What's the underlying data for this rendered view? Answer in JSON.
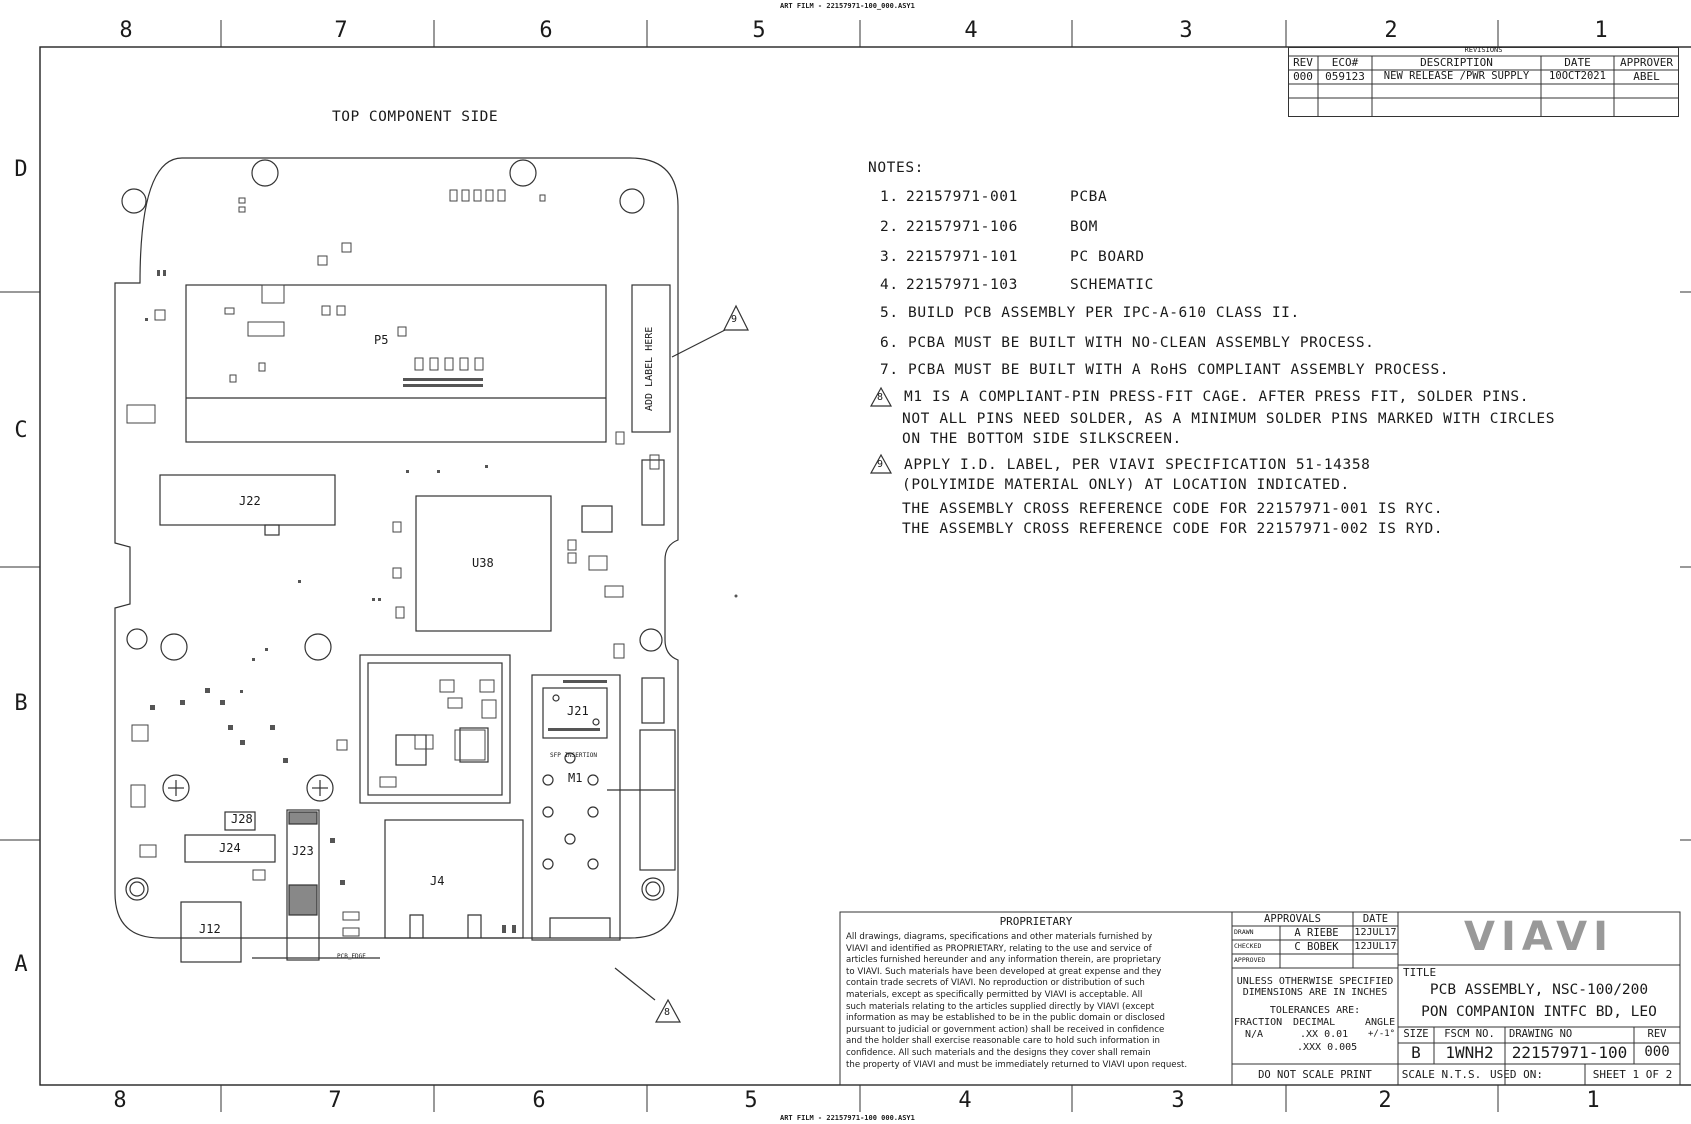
{
  "header": {
    "art_film_top": "ART FILM - 22157971-100_000.ASY1",
    "art_film_bottom": "ART FILM - 22157971-100 000.ASY1"
  },
  "zones": {
    "top": [
      "8",
      "7",
      "6",
      "5",
      "4",
      "3",
      "2",
      "1"
    ],
    "bottom": [
      "8",
      "7",
      "6",
      "5",
      "4",
      "3",
      "2",
      "1"
    ],
    "left": [
      "D",
      "C",
      "B",
      "A"
    ]
  },
  "revisions": {
    "title": "REVISIONS",
    "headers": [
      "REV",
      "ECO#",
      "DESCRIPTION",
      "DATE",
      "APPROVER"
    ],
    "rows": [
      [
        "000",
        "059123",
        "NEW RELEASE /PWR SUPPLY",
        "10OCT2021",
        "ABEL"
      ]
    ]
  },
  "pcb": {
    "side_label": "TOP COMPONENT SIDE",
    "add_label": "ADD LABEL HERE",
    "refdes": {
      "p5": "P5",
      "j22": "J22",
      "u38": "U38",
      "j21": "J21",
      "m1": "M1",
      "j28": "J28",
      "j24": "J24",
      "j23": "J23",
      "j4": "J4",
      "j12": "J12",
      "sfp": "SFP INSERTION",
      "pcb_edge": "PCB_EDGE"
    },
    "callouts": {
      "nine": "9",
      "eight": "8"
    }
  },
  "notes": {
    "title": "NOTES:",
    "items": [
      {
        "num": "1.",
        "code": "22157971-001",
        "desc": "PCBA"
      },
      {
        "num": "2.",
        "code": "22157971-106",
        "desc": "BOM"
      },
      {
        "num": "3.",
        "code": "22157971-101",
        "desc": "PC BOARD"
      },
      {
        "num": "4.",
        "code": "22157971-103",
        "desc": "SCHEMATIC"
      }
    ],
    "n5": "5. BUILD PCB ASSEMBLY PER IPC-A-610 CLASS II.",
    "n6": "6. PCBA MUST BE BUILT WITH NO-CLEAN ASSEMBLY PROCESS.",
    "n7": "7. PCBA MUST BE BUILT WITH A RoHS COMPLIANT ASSEMBLY PROCESS.",
    "n8_num": "8",
    "n8_l1": "M1 IS A COMPLIANT-PIN PRESS-FIT CAGE. AFTER PRESS FIT, SOLDER PINS.",
    "n8_l2": "NOT ALL PINS NEED SOLDER, AS A MINIMUM SOLDER PINS MARKED WITH CIRCLES",
    "n8_l3": "ON THE BOTTOM SIDE SILKSCREEN.",
    "n9_num": "9",
    "n9_l1": "APPLY I.D. LABEL, PER VIAVI SPECIFICATION 51-14358",
    "n9_l2": "(POLYIMIDE MATERIAL ONLY) AT LOCATION INDICATED.",
    "n9_l3": "THE ASSEMBLY CROSS REFERENCE CODE FOR 22157971-001 IS RYC.",
    "n9_l4": "THE ASSEMBLY CROSS REFERENCE CODE FOR 22157971-002 IS RYD."
  },
  "proprietary": {
    "title": "PROPRIETARY",
    "lines": [
      "All drawings, diagrams, specifications and other materials furnished by",
      "VIAVI and identified as PROPRIETARY, relating to the use and service of",
      "articles furnished hereunder and any information therein, are proprietary",
      "to VIAVI. Such materials have been developed at great expense and they",
      "contain trade secrets of VIAVI. No reproduction or distribution of such",
      "materials, except as specifically permitted by VIAVI is acceptable. All",
      "such materials relating to the articles supplied directly by VIAVI (except",
      "information as may be established to be in the public domain or disclosed",
      "pursuant to judicial or government action) shall be received in confidence",
      "and the holder shall exercise reasonable care to hold such information in",
      "confidence. All such materials and the designs they cover shall remain",
      "the property of VIAVI and must be immediately returned to VIAVI upon request."
    ]
  },
  "approvals": {
    "title": "APPROVALS",
    "date_hdr": "DATE",
    "drawn_lbl": "DRAWN",
    "drawn_name": "A RIEBE",
    "drawn_date": "12JUL17",
    "checked_lbl": "CHECKED",
    "checked_name": "C BOBEK",
    "checked_date": "12JUL17",
    "approved_lbl": "APPROVED"
  },
  "tolerances": {
    "l1": "UNLESS OTHERWISE SPECIFIED",
    "l2": "DIMENSIONS ARE IN INCHES",
    "l3": "TOLERANCES ARE:",
    "frac_hdr": "FRACTION",
    "dec_hdr": "DECIMAL",
    "ang_hdr": "ANGLE",
    "frac": "N/A",
    "dec1": ".XX 0.01",
    "dec2": ".XXX 0.005",
    "ang": "+/-1°",
    "no_scale": "DO NOT SCALE PRINT"
  },
  "title_block": {
    "logo": "VIAVI",
    "title_lbl": "TITLE",
    "title_l1": "PCB ASSEMBLY, NSC-100/200",
    "title_l2": "PON COMPANION INTFC BD, LEO",
    "size_lbl": "SIZE",
    "size": "B",
    "fscm_lbl": "FSCM NO.",
    "fscm": "1WNH2",
    "dwg_lbl": "DRAWING NO",
    "dwg": "22157971-100",
    "rev_lbl": "REV",
    "rev": "000",
    "scale": "SCALE N.T.S.",
    "used_on": "USED ON:",
    "sheet": "SHEET 1 OF 2"
  }
}
